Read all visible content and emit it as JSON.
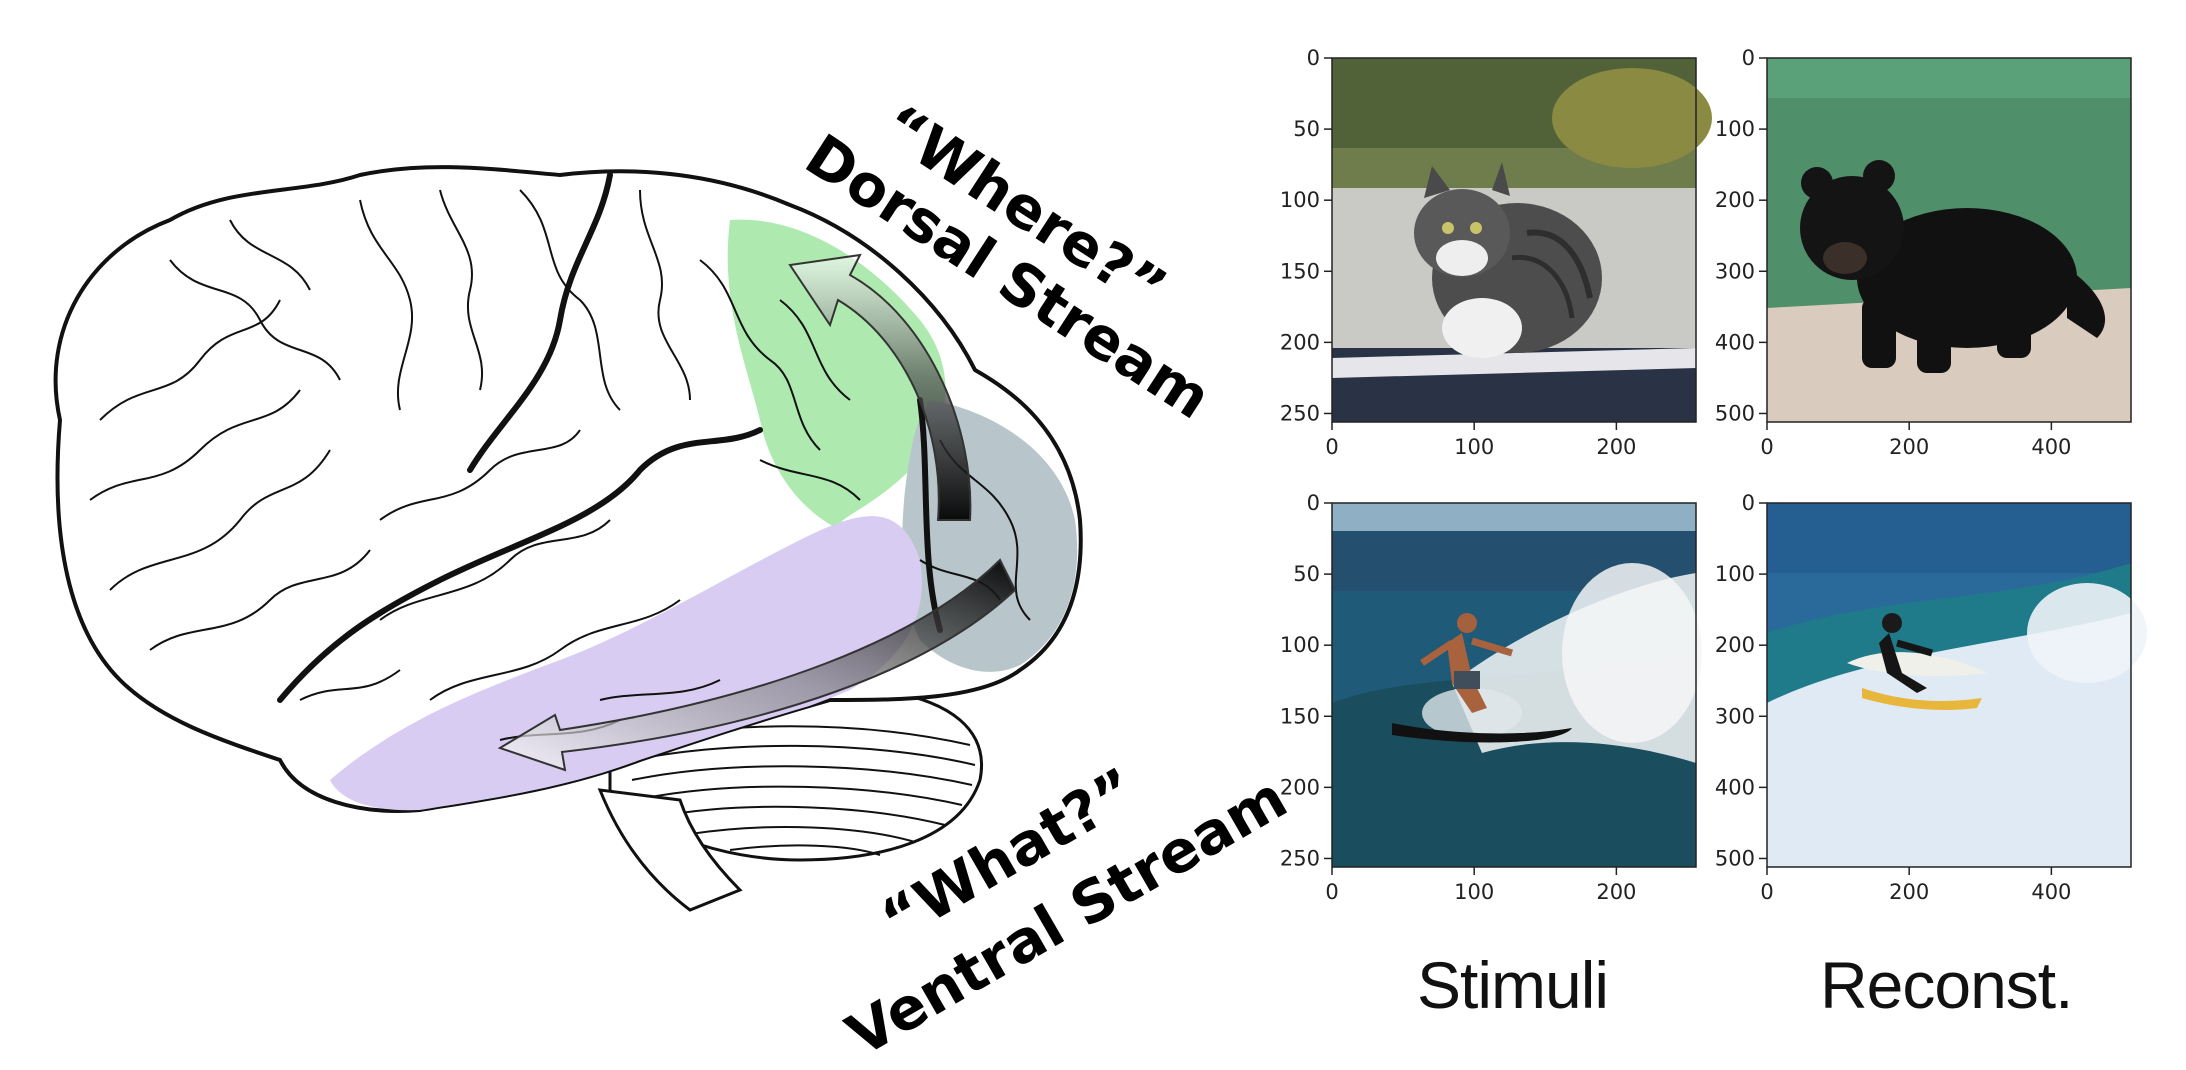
{
  "labels": {
    "dorsal_question": "“Where?”",
    "dorsal_name": "Dorsal Stream",
    "ventral_question": "“What?”",
    "ventral_name": "Ventral Stream"
  },
  "columns": {
    "stimuli": "Stimuli",
    "reconst": "Reconst."
  },
  "colors": {
    "dorsal_region": "#aeeab0",
    "ventral_region": "#d9ccf2",
    "occipital_region": "#b8c6cc",
    "stroke": "#111111"
  },
  "panels": [
    {
      "id": "cat-stimulus",
      "image_desc": "cat",
      "x_ticks": [
        "0",
        "100",
        "200"
      ],
      "y_ticks": [
        "0",
        "50",
        "100",
        "150",
        "200",
        "250"
      ],
      "x_max": 256,
      "y_max": 256
    },
    {
      "id": "bear-reconstruction",
      "image_desc": "bear",
      "x_ticks": [
        "0",
        "200",
        "400"
      ],
      "y_ticks": [
        "0",
        "100",
        "200",
        "300",
        "400",
        "500"
      ],
      "x_max": 512,
      "y_max": 512
    },
    {
      "id": "surfer-stimulus",
      "image_desc": "surfer",
      "x_ticks": [
        "0",
        "100",
        "200"
      ],
      "y_ticks": [
        "0",
        "50",
        "100",
        "150",
        "200",
        "250"
      ],
      "x_max": 256,
      "y_max": 256
    },
    {
      "id": "surfer-reconstruction",
      "image_desc": "surfer",
      "x_ticks": [
        "0",
        "200",
        "400"
      ],
      "y_ticks": [
        "0",
        "100",
        "200",
        "300",
        "400",
        "500"
      ],
      "x_max": 512,
      "y_max": 512
    }
  ]
}
